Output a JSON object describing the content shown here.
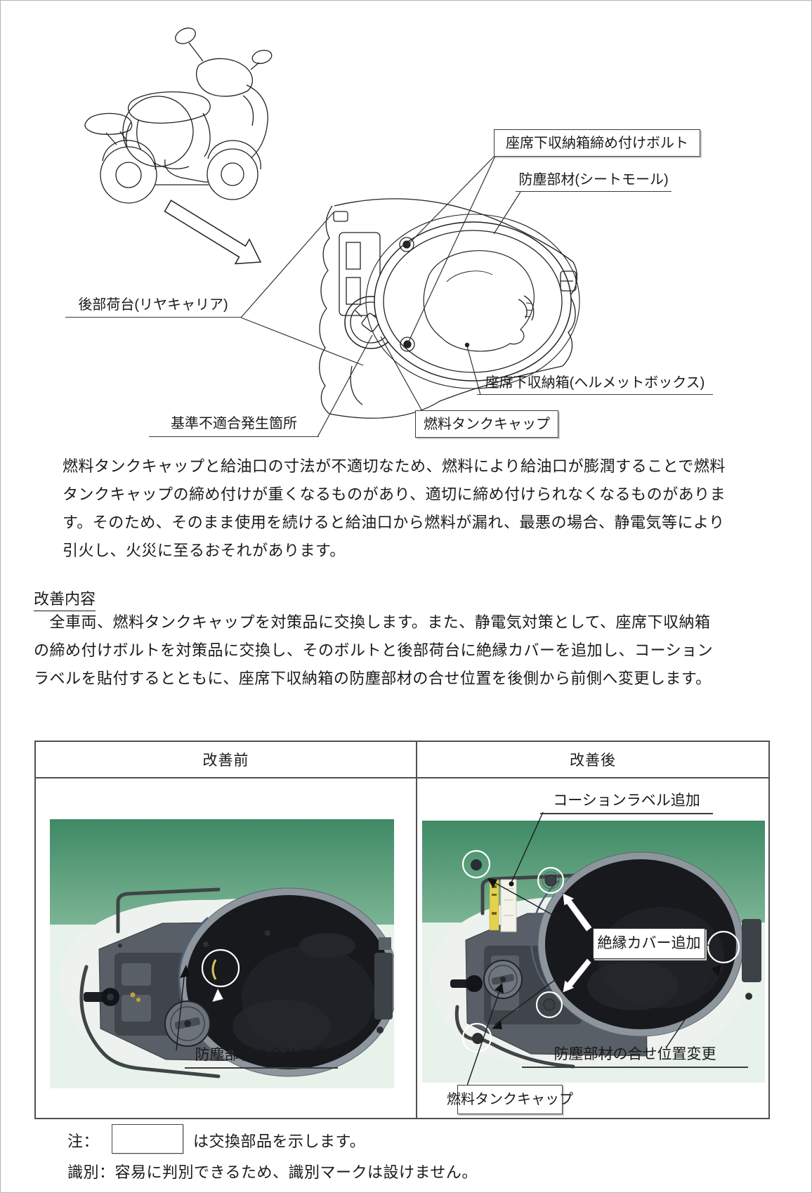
{
  "diagram": {
    "labels": {
      "seat_bolt": "座席下収納箱締め付けボルト",
      "dust_member": "防塵部材(シートモール)",
      "rear_carrier": "後部荷台(リヤキャリア)",
      "storage_box": "座席下収納箱(ヘルメットボックス)",
      "nonconformity_point": "基準不適合発生箇所",
      "fuel_cap": "燃料タンクキャップ"
    }
  },
  "defect_note": {
    "lines": [
      "燃料タンクキャップと給油口の寸法が不適切なため、燃料により給油口が膨潤することで燃料",
      "タンクキャップの締め付けが重くなるものがあり、適切に締め付けられなくなるものがありま",
      "す。そのため、そのまま使用を続けると給油口から燃料が漏れ、最悪の場合、静電気等により",
      "引火し、火災に至るおそれがあります。"
    ]
  },
  "improvement": {
    "heading": "改善内容",
    "lines": [
      "　全車両、燃料タンクキャップを対策品に交換します。また、静電気対策として、座席下収納箱",
      "の締め付けボルトを対策品に交換し、そのボルトと後部荷台に絶縁カバーを追加し、コーション",
      "ラベルを貼付するとともに、座席下収納箱の防塵部材の合せ位置を後側から前側へ変更します。"
    ]
  },
  "comparison": {
    "headers": [
      "改善前",
      "改善後"
    ],
    "before": {
      "dust_position": "防塵部材の合せ位置"
    },
    "after": {
      "caution_label": "コーションラベル追加",
      "insulation_cover": "絶縁カバー追加",
      "dust_position_change": "防塵部材の合せ位置変更",
      "fuel_cap": "燃料タンクキャップ"
    }
  },
  "notes": {
    "note_prefix": "注：",
    "note_suffix": "は交換部品を示します。",
    "identification": "識別：容易に判別できるため、識別マークは設けません。"
  },
  "colors": {
    "photo_green": "#478f6b",
    "photo_pale": "#e7f2ea",
    "caution_yellow": "#e4d14c",
    "line": "#222222"
  }
}
